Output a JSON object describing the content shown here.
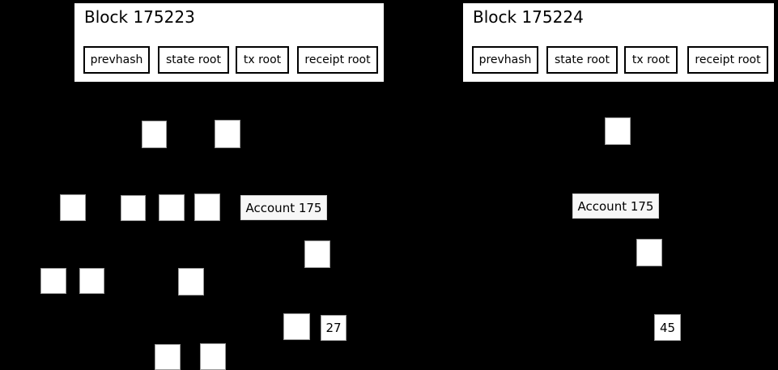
{
  "blocks": [
    {
      "title": "Block 175223",
      "fields": [
        {
          "label": "prevhash"
        },
        {
          "label": "state root"
        },
        {
          "label": "tx root"
        },
        {
          "label": "receipt root"
        }
      ]
    },
    {
      "title": "Block 175224",
      "fields": [
        {
          "label": "prevhash"
        },
        {
          "label": "state root"
        },
        {
          "label": "tx root"
        },
        {
          "label": "receipt root"
        }
      ]
    }
  ],
  "tries": {
    "left": {
      "account_label": "Account 175",
      "leaf_value": "27"
    },
    "right": {
      "account_label": "Account 175",
      "leaf_value": "45"
    }
  },
  "colors": {
    "background": "#000000",
    "box_fill": "#ffffff",
    "box_stroke": "#000000",
    "node_stroke": "#9a9a9a",
    "text": "#000000"
  }
}
